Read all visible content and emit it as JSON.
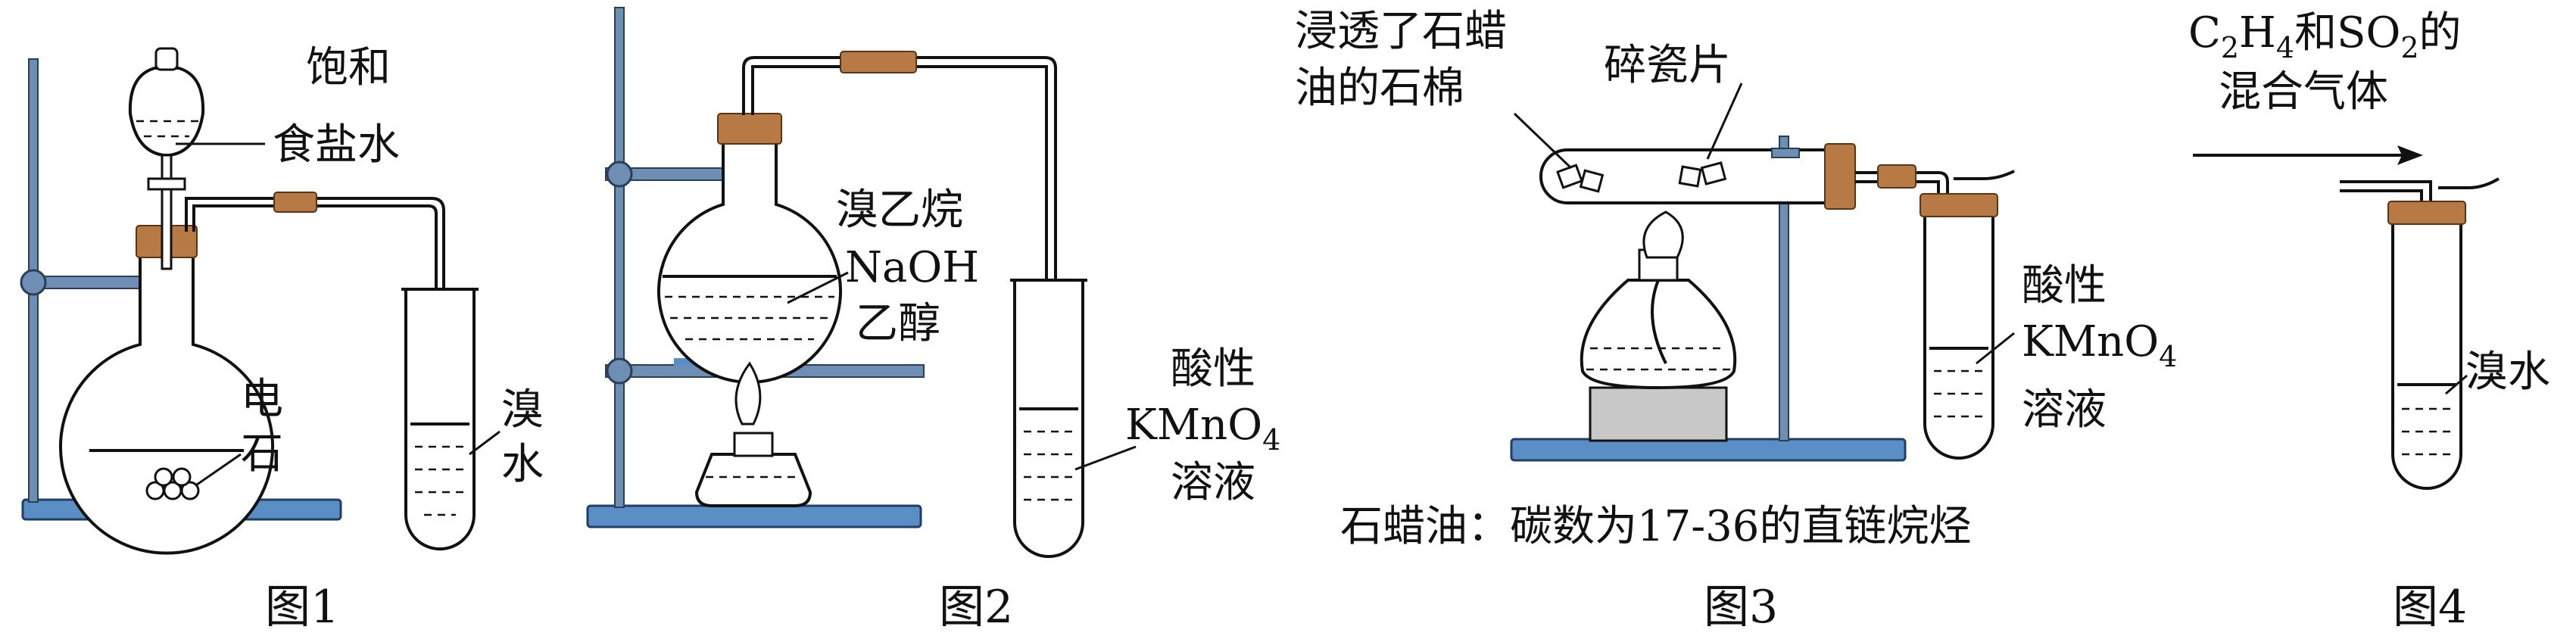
{
  "figure1": {
    "caption": "图1",
    "funnel_label_line1": "饱和",
    "funnel_label_line2": "食盐水",
    "solid_label_line1": "电",
    "solid_label_line2": "石",
    "tube_label_line1": "溴",
    "tube_label_line2": "水"
  },
  "figure2": {
    "caption": "图2",
    "flask_label_line1": "溴乙烷",
    "flask_label_line2": "NaOH",
    "flask_label_line3": "乙醇",
    "tube_label_line1": "酸性",
    "tube_label_line2": "KMnO",
    "tube_label_sub": "4",
    "tube_label_line3": "溶液"
  },
  "figure3": {
    "caption": "图3",
    "asbestos_label_line1": "浸透了石蜡",
    "asbestos_label_line2": "油的石棉",
    "porcelain_label": "碎瓷片",
    "tube_label_line1": "酸性",
    "tube_label_line2": "KMnO",
    "tube_label_sub": "4",
    "tube_label_line3": "溶液",
    "note": "石蜡油：碳数为17-36的直链烷烃"
  },
  "figure4": {
    "caption": "图4",
    "gas_c": "C",
    "gas_sub1": "2",
    "gas_h": "H",
    "gas_sub2": "4",
    "gas_and": "和SO",
    "gas_sub3": "2",
    "gas_de": "的",
    "gas_label_line2": "混合气体",
    "tube_label": "溴水"
  }
}
